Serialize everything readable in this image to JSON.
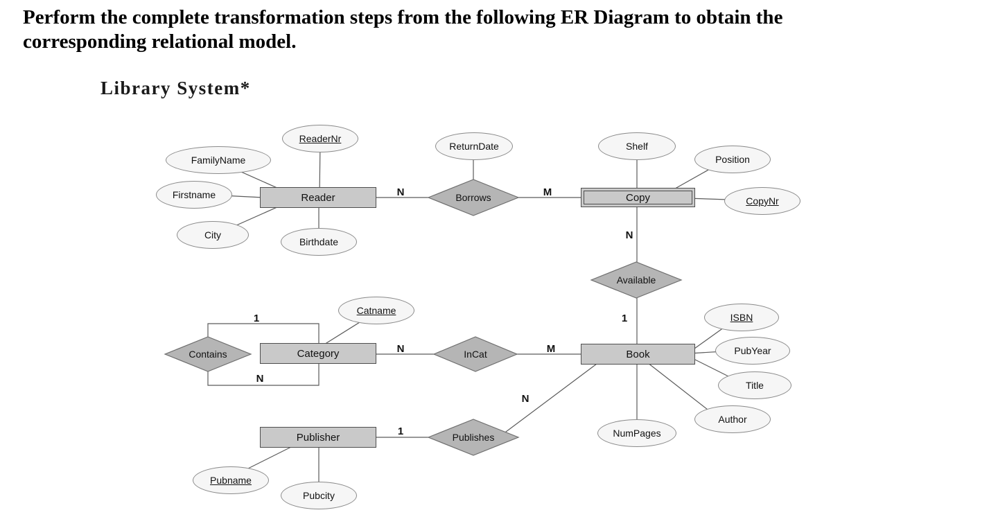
{
  "page": {
    "question": "Perform the complete transformation steps from the following ER Diagram to obtain the corresponding relational model.",
    "diagram_title": "Library System*"
  },
  "diagram": {
    "entities": [
      {
        "label": "Reader",
        "type": "entity"
      },
      {
        "label": "Copy",
        "type": "weak-entity"
      },
      {
        "label": "Category",
        "type": "entity"
      },
      {
        "label": "Book",
        "type": "entity"
      },
      {
        "label": "Publisher",
        "type": "entity"
      }
    ],
    "relationships": [
      {
        "label": "Borrows",
        "between": [
          "Reader",
          "Copy"
        ]
      },
      {
        "label": "Available",
        "between": [
          "Copy",
          "Book"
        ]
      },
      {
        "label": "InCat",
        "between": [
          "Category",
          "Book"
        ]
      },
      {
        "label": "Contains",
        "between": [
          "Category",
          "Category"
        ]
      },
      {
        "label": "Publishes",
        "between": [
          "Publisher",
          "Book"
        ]
      }
    ],
    "attributes": [
      {
        "label": "ReaderNr",
        "key": true,
        "of": "Reader"
      },
      {
        "label": "FamilyName",
        "key": false,
        "of": "Reader"
      },
      {
        "label": "Firstname",
        "key": false,
        "of": "Reader"
      },
      {
        "label": "City",
        "key": false,
        "of": "Reader"
      },
      {
        "label": "Birthdate",
        "key": false,
        "of": "Reader"
      },
      {
        "label": "ReturnDate",
        "key": false,
        "of": "Borrows"
      },
      {
        "label": "Shelf",
        "key": false,
        "of": "Copy"
      },
      {
        "label": "Position",
        "key": false,
        "of": "Copy"
      },
      {
        "label": "CopyNr",
        "key": true,
        "of": "Copy"
      },
      {
        "label": "Catname",
        "key": true,
        "of": "Category"
      },
      {
        "label": "ISBN",
        "key": true,
        "of": "Book"
      },
      {
        "label": "PubYear",
        "key": false,
        "of": "Book"
      },
      {
        "label": "Title",
        "key": false,
        "of": "Book"
      },
      {
        "label": "Author",
        "key": false,
        "of": "Book"
      },
      {
        "label": "NumPages",
        "key": false,
        "of": "Book"
      },
      {
        "label": "Pubname",
        "key": true,
        "of": "Publisher"
      },
      {
        "label": "Pubcity",
        "key": false,
        "of": "Publisher"
      }
    ],
    "cardinalities": [
      {
        "label": "N",
        "edge": "Reader-Borrows"
      },
      {
        "label": "M",
        "edge": "Borrows-Copy"
      },
      {
        "label": "N",
        "edge": "Copy-Available"
      },
      {
        "label": "1",
        "edge": "Available-Book"
      },
      {
        "label": "1",
        "edge": "Contains-Category-top"
      },
      {
        "label": "N",
        "edge": "Contains-Category-bottom"
      },
      {
        "label": "N",
        "edge": "Category-InCat"
      },
      {
        "label": "M",
        "edge": "InCat-Book"
      },
      {
        "label": "1",
        "edge": "Publisher-Publishes"
      },
      {
        "label": "N",
        "edge": "Publishes-Book"
      }
    ],
    "colors": {
      "entity_fill": "#c9c9c9",
      "relationship_fill": "#b5b5b5",
      "attribute_fill": "#f6f6f6",
      "line": "#5a5a5a"
    }
  }
}
